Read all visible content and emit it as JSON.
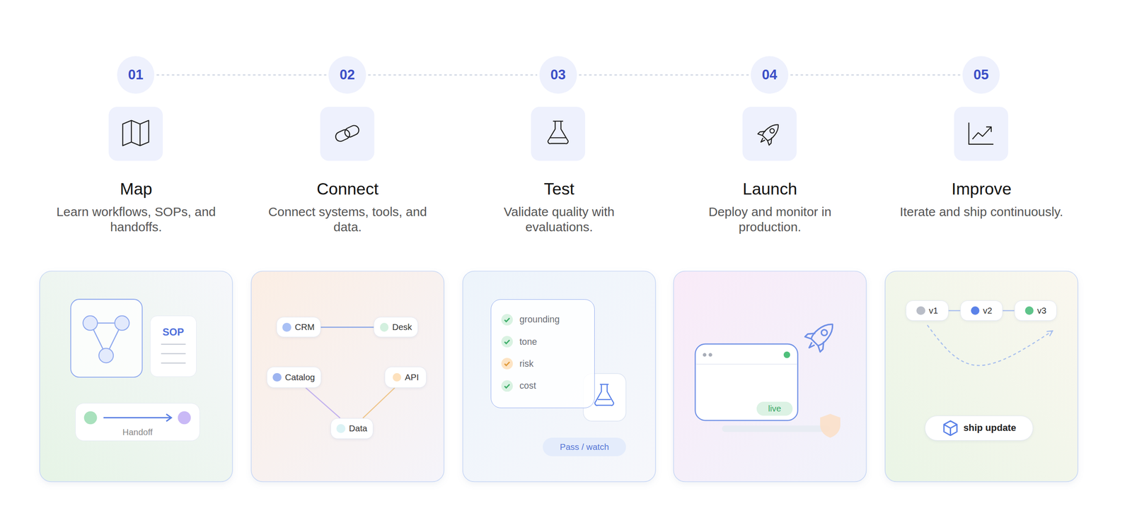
{
  "diagram": {
    "nodes": [
      {
        "text": [
          "01"
        ]
      },
      {
        "text": [
          "02"
        ]
      },
      {
        "text": [
          "03"
        ]
      },
      {
        "text": [
          "04"
        ]
      },
      {
        "text": [
          "05"
        ]
      },
      {
        "text": [
          "Map",
          "Learn workflows, SOPs, and handoffs."
        ]
      },
      {
        "text": [
          "SOP"
        ],
        "in": 5
      },
      {
        "text": [
          "Handoff"
        ],
        "in": 5
      },
      {
        "text": [
          "Connect",
          "Connect systems, tools, and data."
        ]
      },
      {
        "text": [
          "CRM"
        ],
        "in": 8
      },
      {
        "text": [
          "Desk"
        ],
        "in": 8
      },
      {
        "text": [
          "Catalog"
        ],
        "in": 8
      },
      {
        "text": [
          "API"
        ],
        "in": 8
      },
      {
        "text": [
          "Data"
        ],
        "in": 8
      },
      {
        "text": [
          "Test",
          "Validate quality with evaluations."
        ]
      },
      {
        "text": [
          "grounding",
          "tone",
          "risk",
          "cost"
        ],
        "in": 14
      },
      {
        "text": [
          "Pass / watch"
        ],
        "in": 14
      },
      {
        "text": [
          "Launch",
          "Deploy and monitor in production."
        ]
      },
      {
        "text": [
          "live"
        ],
        "in": 17
      },
      {
        "text": [
          "Improve",
          "Iterate and ship continuously."
        ]
      },
      {
        "text": [
          "v1"
        ],
        "in": 19
      },
      {
        "text": [
          "v2"
        ],
        "in": 19
      },
      {
        "text": [
          "v3"
        ],
        "in": 19
      },
      {
        "text": [
          "ship update"
        ],
        "in": 19
      }
    ],
    "edges": [
      {
        "from": 0,
        "to": 1,
        "arrow": "none"
      },
      {
        "from": 1,
        "to": 2,
        "arrow": "none"
      },
      {
        "from": 2,
        "to": 3,
        "arrow": "none"
      },
      {
        "from": 3,
        "to": 4,
        "arrow": "none"
      },
      {
        "from": 9,
        "to": 10,
        "arrow": "none"
      },
      {
        "from": 11,
        "to": 13,
        "arrow": "none"
      },
      {
        "from": 12,
        "to": 13,
        "arrow": "none"
      },
      {
        "from": 20,
        "to": 21,
        "arrow": "none"
      },
      {
        "from": 21,
        "to": 22,
        "arrow": "none"
      },
      {
        "from": 20,
        "to": 22,
        "arrow": "to"
      }
    ]
  }
}
